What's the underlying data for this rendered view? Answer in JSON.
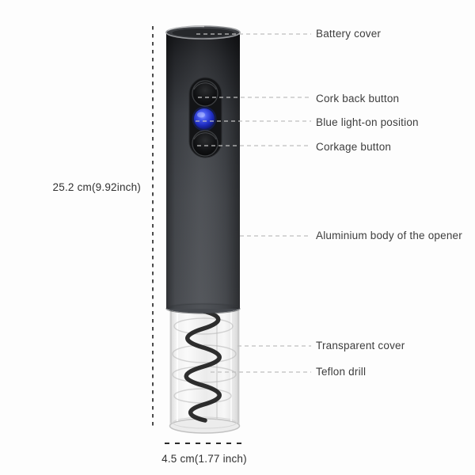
{
  "title": "electric wine opener annotated diagram",
  "annotations": {
    "battery_cover": "Battery cover",
    "cork_back_button": "Cork back button",
    "blue_light": "Blue light-on position",
    "corkage_button": "Corkage button",
    "aluminium_body": "Aluminium body of the opener",
    "transparent_cover": "Transparent cover",
    "teflon_drill": "Teflon drill"
  },
  "dimensions": {
    "height": "25.2 cm(9.92inch)",
    "width": "4.5 cm(1.77 inch)"
  },
  "colors": {
    "body_dark": "#45484d",
    "button_panel": "#131416",
    "blue_light": "#2b3fd8",
    "leader_line": "#c0c0c0",
    "dimension_line": "#2b2b2b",
    "label_text": "#3d3d3d",
    "glass": "#efefef"
  }
}
